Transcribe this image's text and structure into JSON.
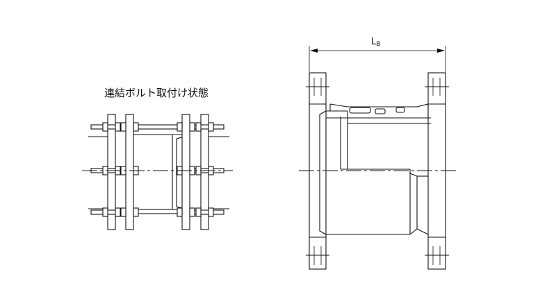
{
  "diagram": {
    "left_title": "連結ボルト取付け状態",
    "dimension_label": "L",
    "dimension_subscript": "B"
  }
}
